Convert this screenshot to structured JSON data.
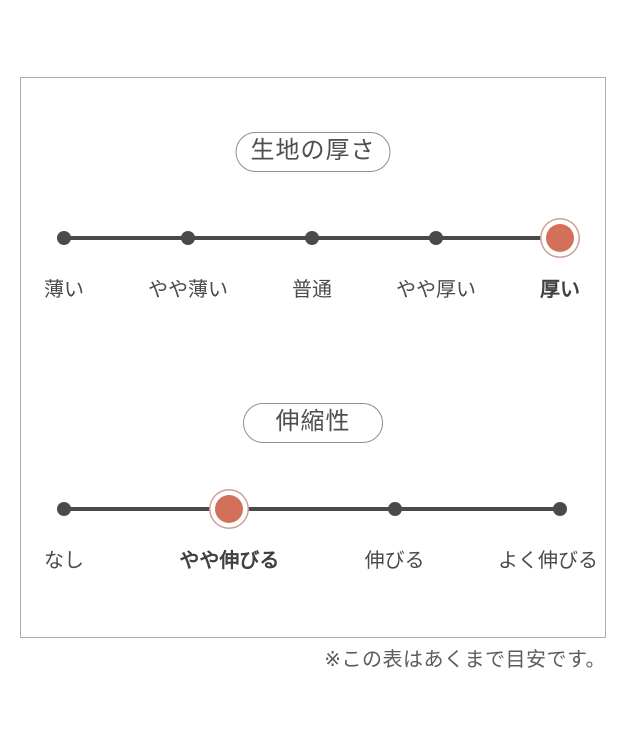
{
  "colors": {
    "accent": "#d3705a",
    "accent_ring": "#cda094",
    "dot": "#4a4a4a",
    "line": "#4a4a4a",
    "text": "#4a4a4a",
    "text_bold": "#404040",
    "title_text": "#4f4f4f",
    "badge_border": "#8f8f8f",
    "frame_border": "#adadad",
    "note_text": "#5c5c5c"
  },
  "scales": [
    {
      "title": "生地の厚さ",
      "options": [
        "薄い",
        "やや薄い",
        "普通",
        "やや厚い",
        "厚い"
      ],
      "selected_index": 4,
      "selected_label": "厚い"
    },
    {
      "title": "伸縮性",
      "options": [
        "なし",
        "やや伸びる",
        "伸びる",
        "よく伸びる"
      ],
      "selected_index": 1,
      "selected_label": "やや伸びる"
    }
  ],
  "note": "※この表はあくまで目安です。",
  "chart_data": [
    {
      "type": "line",
      "title": "生地の厚さ",
      "categories": [
        "薄い",
        "やや薄い",
        "普通",
        "やや厚い",
        "厚い"
      ],
      "selected": "厚い",
      "selected_index": 4,
      "marker_color": "#d3705a",
      "legend_position": "none",
      "grid": false
    },
    {
      "type": "line",
      "title": "伸縮性",
      "categories": [
        "なし",
        "やや伸びる",
        "伸びる",
        "よく伸びる"
      ],
      "selected": "やや伸びる",
      "selected_index": 1,
      "marker_color": "#d3705a",
      "legend_position": "none",
      "grid": false
    }
  ]
}
